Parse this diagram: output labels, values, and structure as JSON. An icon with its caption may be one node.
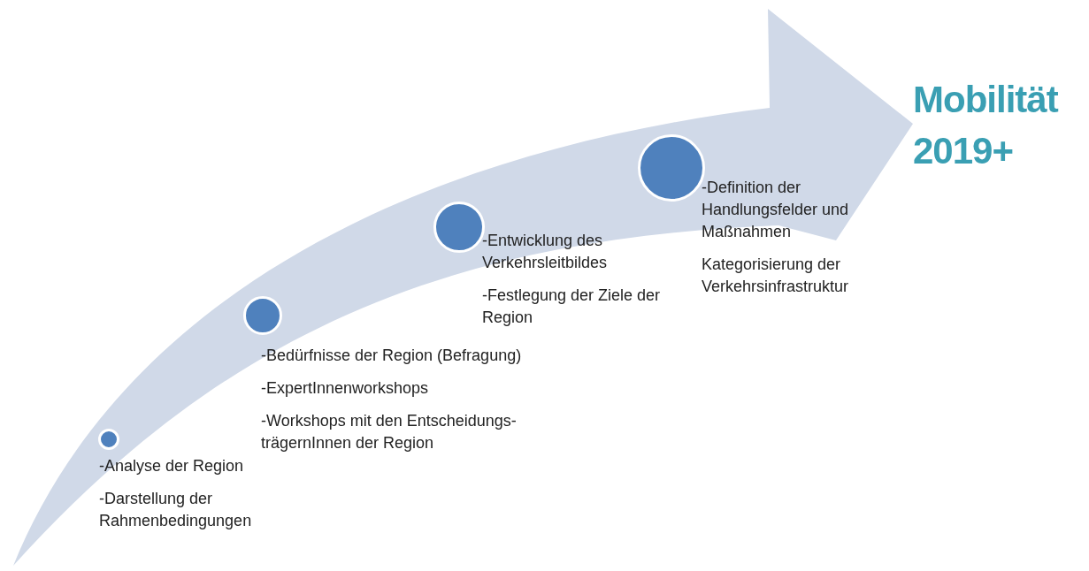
{
  "diagram": {
    "title": "Mobilität 2019+",
    "nodes": [
      {
        "text": [],
        "shape": "circle",
        "beside": [
          "-Analyse der Region",
          "-Darstellung der Rahmenbedingungen"
        ]
      },
      {
        "text": [],
        "shape": "circle",
        "beside": [
          "-Bedürfnisse der Region (Befragung)",
          "-ExpertInnenworkshops",
          "-Workshops mit den Entscheidungs-trägernInnen der Region"
        ]
      },
      {
        "text": [],
        "shape": "circle",
        "beside": [
          "-Entwicklung des Verkehrsleitbildes",
          "-Festlegung der Ziele der Region"
        ]
      },
      {
        "text": [],
        "shape": "circle",
        "beside": [
          "-Definition der Handlungsfelder und Maßnahmen",
          "Kategorisierung der Verkehrsinfrastruktur"
        ]
      }
    ],
    "edges": []
  }
}
